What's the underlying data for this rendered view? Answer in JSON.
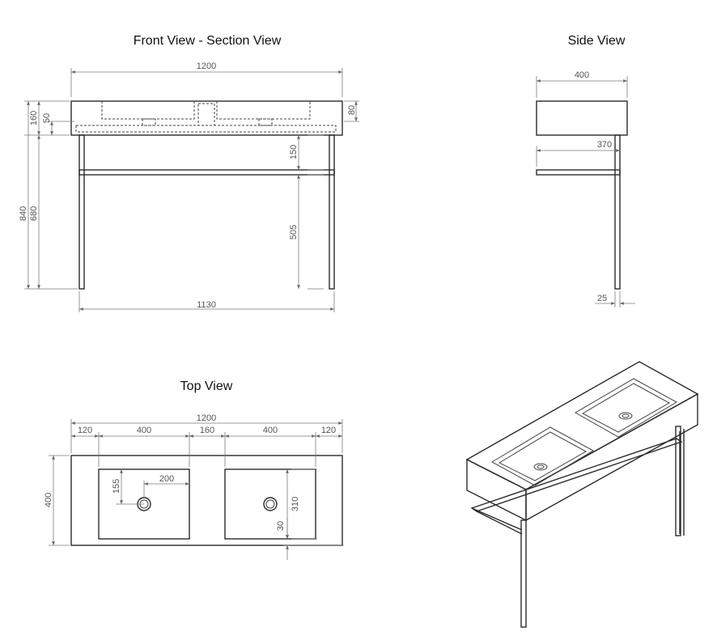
{
  "views": {
    "front_title": "Front View - Section View",
    "side_title": "Side View",
    "top_title": "Top View"
  },
  "front": {
    "overall_width": "1200",
    "leg_span": "1130",
    "total_height": "840",
    "leg_height": "680",
    "basin_height": "160",
    "inner_depth": "50",
    "top_thickness": "80",
    "upper_gap": "150",
    "lower_gap": "505"
  },
  "side": {
    "depth": "400",
    "frame_depth": "370",
    "leg_width": "25"
  },
  "top": {
    "overall_width": "1200",
    "margin_left": "120",
    "bowl_left": "400",
    "bowl_gap": "160",
    "bowl_right": "400",
    "margin_right": "120",
    "depth": "400",
    "drain_from_top": "155",
    "drain_from_side": "200",
    "bowl_depth": "310",
    "bowl_offset": "30"
  }
}
